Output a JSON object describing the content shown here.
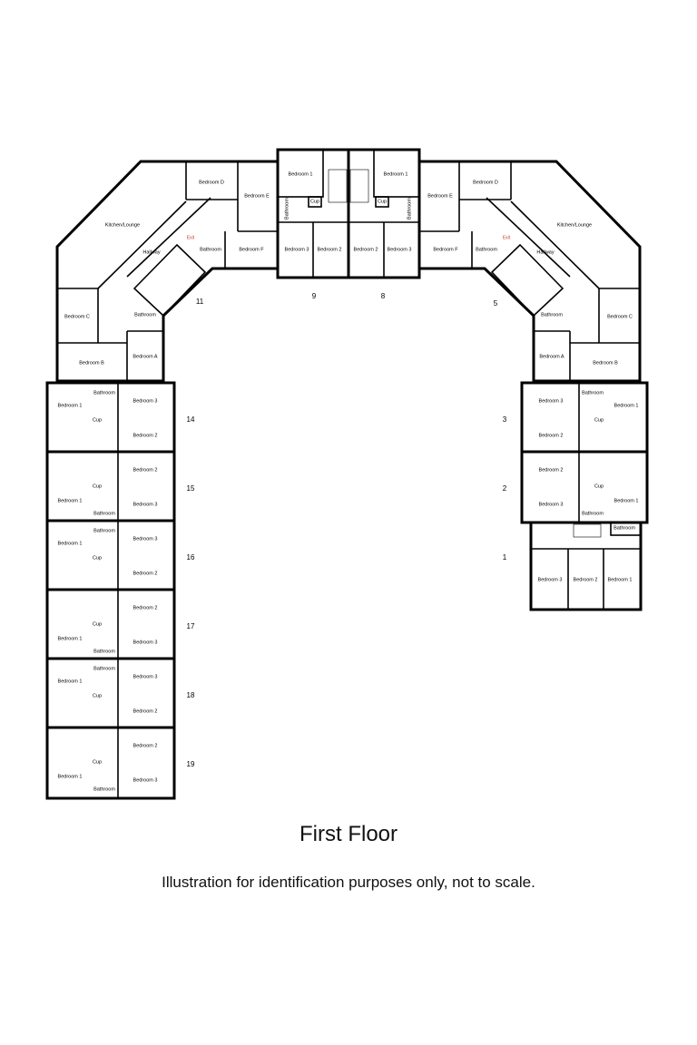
{
  "title": "First Floor",
  "caption": "Illustration for identification purposes only, not to scale.",
  "wing_left": {
    "number": "11",
    "rooms": [
      "Kitchen/Lounge",
      "Bedroom D",
      "Bedroom E",
      "Hallway",
      "Bathroom",
      "Bedroom F",
      "Bathroom",
      "Bedroom C",
      "Bedroom B",
      "Bedroom A"
    ],
    "exit": "Exit"
  },
  "wing_right": {
    "number": "5",
    "rooms": [
      "Kitchen/Lounge",
      "Bedroom D",
      "Bedroom E",
      "Hallway",
      "Bathroom",
      "Bedroom F",
      "Bathroom",
      "Bedroom C",
      "Bedroom B",
      "Bedroom A"
    ],
    "exit": "Exit"
  },
  "top_units": [
    {
      "number": "9",
      "rooms": [
        "Bedroom 1",
        "Bathroom",
        "Cup",
        "Bedroom 3",
        "Bedroom 2"
      ]
    },
    {
      "number": "8",
      "rooms": [
        "Bedroom 1",
        "Cup",
        "Bathroom",
        "Bedroom 2",
        "Bedroom 3"
      ]
    }
  ],
  "left_units": [
    {
      "number": "14",
      "rooms": [
        "Bedroom 1",
        "Bathroom",
        "Cup",
        "Bedroom 3",
        "Bedroom 2"
      ]
    },
    {
      "number": "15",
      "rooms": [
        "Bedroom 1",
        "Bathroom",
        "Cup",
        "Bedroom 3",
        "Bedroom 2"
      ]
    },
    {
      "number": "16",
      "rooms": [
        "Bedroom 1",
        "Bathroom",
        "Cup",
        "Bedroom 3",
        "Bedroom 2"
      ]
    },
    {
      "number": "17",
      "rooms": [
        "Bedroom 1",
        "Bathroom",
        "Cup",
        "Bedroom 3",
        "Bedroom 2"
      ]
    },
    {
      "number": "18",
      "rooms": [
        "Bedroom 1",
        "Bathroom",
        "Cup",
        "Bedroom 3",
        "Bedroom 2"
      ]
    },
    {
      "number": "19",
      "rooms": [
        "Bedroom 1",
        "Bathroom",
        "Cup",
        "Bedroom 3",
        "Bedroom 2"
      ]
    }
  ],
  "right_units": [
    {
      "number": "3",
      "rooms": [
        "Bedroom 1",
        "Bathroom",
        "Cup",
        "Bedroom 3",
        "Bedroom 2"
      ]
    },
    {
      "number": "2",
      "rooms": [
        "Bedroom 1",
        "Bathroom",
        "Cup",
        "Bedroom 3",
        "Bedroom 2"
      ]
    },
    {
      "number": "1",
      "rooms": [
        "Bathroom",
        "Bedroom 3",
        "Bedroom 2",
        "Bedroom 1"
      ]
    }
  ],
  "colors": {
    "walls": "#000000",
    "windows": "#999999",
    "exit": "#c0392b"
  }
}
